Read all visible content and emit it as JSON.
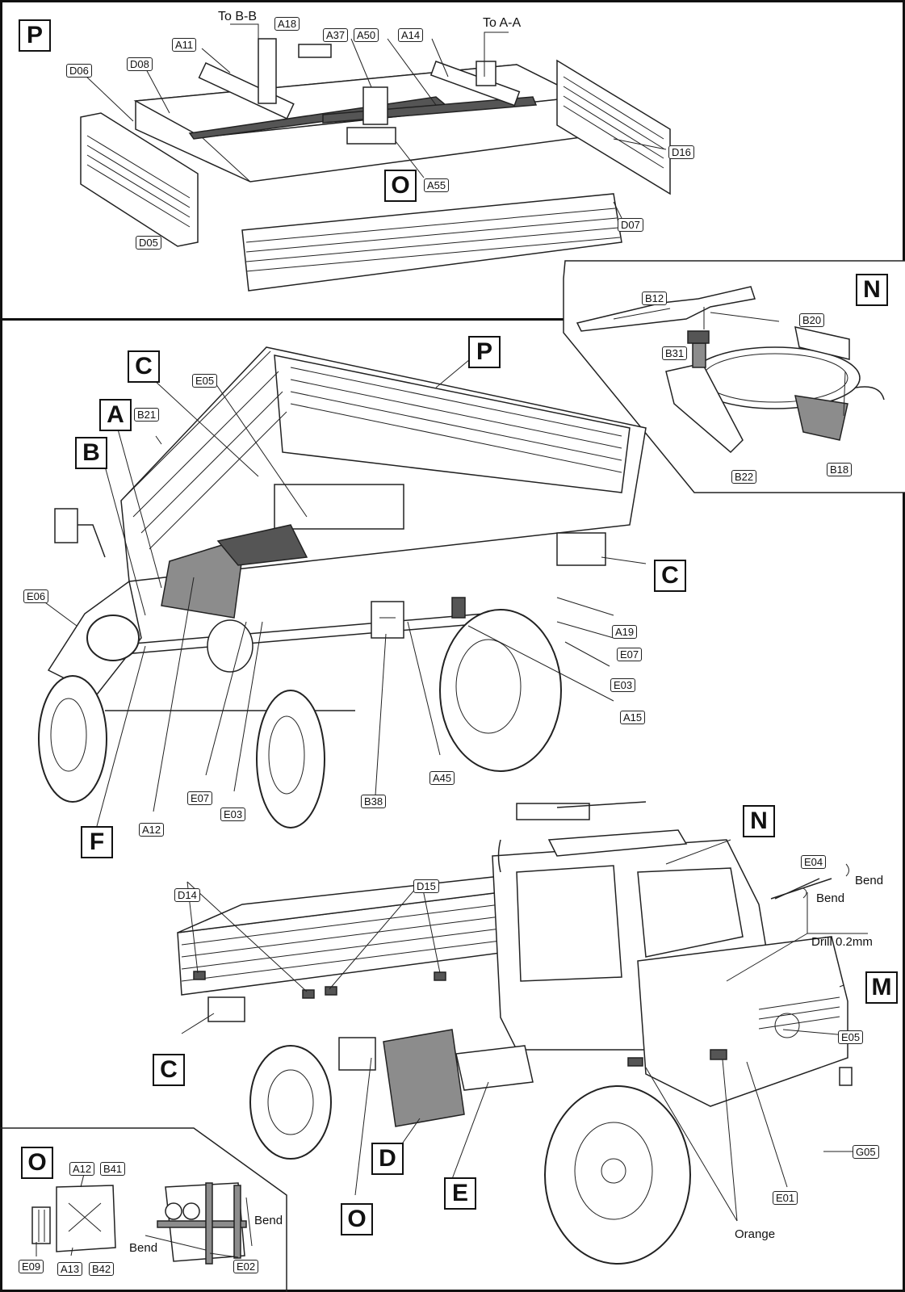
{
  "panels": {
    "P": {
      "step": "P",
      "notes": {
        "to_bb": "To B-B",
        "to_aa": "To A-A"
      },
      "callouts": [
        "A11",
        "A18",
        "A37",
        "A50",
        "A14",
        "D06",
        "D08",
        "D16",
        "D05",
        "D07",
        "A55"
      ],
      "sub_step": "O"
    },
    "N": {
      "step": "N",
      "callouts": [
        "B12",
        "B20",
        "B31",
        "B22",
        "B18"
      ]
    },
    "main_underside": {
      "steps": [
        "P",
        "C",
        "A",
        "B",
        "C",
        "F"
      ],
      "callouts": [
        "E05",
        "B21",
        "E06",
        "A19",
        "E07",
        "E03",
        "A15",
        "A45",
        "B38",
        "A12",
        "E07",
        "E03"
      ]
    },
    "main_cab": {
      "steps": [
        "N",
        "M",
        "C",
        "D",
        "E",
        "O"
      ],
      "callouts": [
        "D14",
        "D15",
        "E04",
        "E05",
        "G05",
        "E01"
      ],
      "notes": {
        "bend_1": "Bend",
        "bend_2": "Bend",
        "drill": "Drill 0.2mm",
        "orange": "Orange"
      }
    },
    "O": {
      "step": "O",
      "callouts": [
        "A12",
        "B41",
        "A13",
        "B42",
        "E09",
        "E02"
      ],
      "notes": {
        "bend_v": "Bend",
        "bend_h": "Bend"
      }
    }
  },
  "colors": {
    "line": "#222222",
    "part_gray": "#8c8c8c",
    "part_dark": "#555555",
    "background": "#ffffff"
  }
}
